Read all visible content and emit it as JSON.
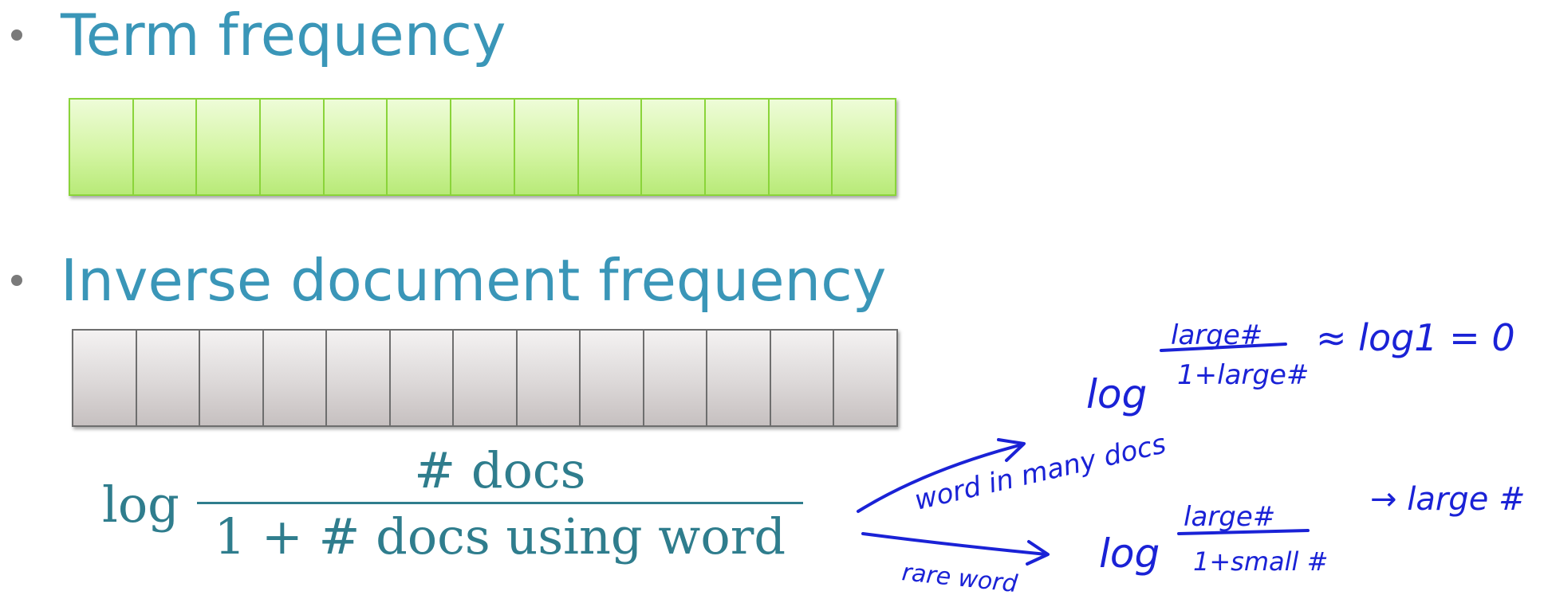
{
  "bullets": {
    "term_frequency": "Term frequency",
    "inverse_document_frequency": "Inverse document frequency"
  },
  "vectors": {
    "tf_cell_count": 13,
    "idf_cell_count": 13,
    "tf_color": "#d4f5a4",
    "idf_color": "#dcd8d8"
  },
  "formula": {
    "log": "log",
    "numerator": "# docs",
    "denominator": "1 + # docs using word"
  },
  "annotations": {
    "common_case_label": "word in many docs",
    "common_log": "log",
    "common_numerator": "large#",
    "common_denominator": "1+large#",
    "common_result": "≈ log1 = 0",
    "rare_case_label": "rare word",
    "rare_log": "log",
    "rare_numerator": "large#",
    "rare_denominator": "1+small #",
    "rare_result": "→ large #",
    "ink_color": "#1a22d6"
  }
}
